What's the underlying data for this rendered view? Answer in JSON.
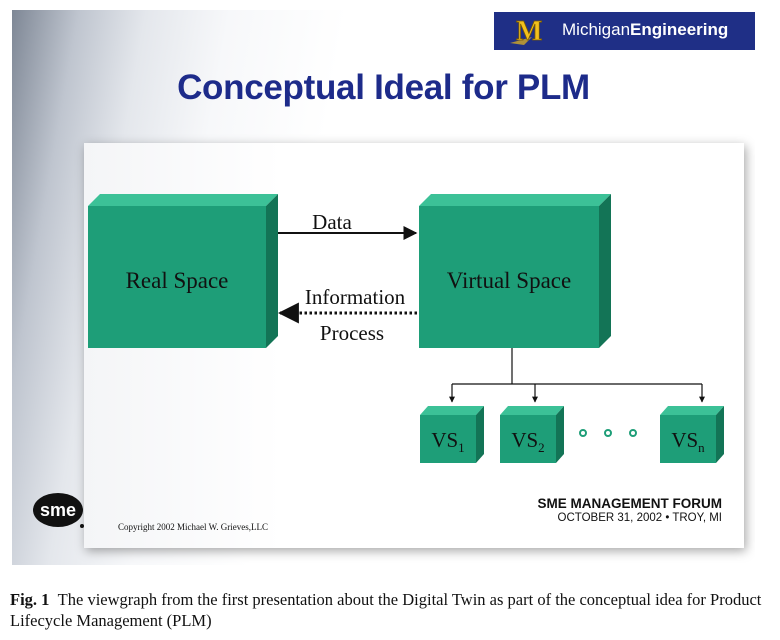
{
  "brand": {
    "name_light": "Michigan",
    "name_bold": "Engineering",
    "logo_letter": "M"
  },
  "title": "Conceptual Ideal for PLM",
  "diagram": {
    "real_space": "Real Space",
    "virtual_space": "Virtual Space",
    "data_label": "Data",
    "information_label": "Information",
    "process_label": "Process",
    "subspaces": [
      {
        "base": "VS",
        "sub": "1"
      },
      {
        "base": "VS",
        "sub": "2"
      },
      {
        "base": "VS",
        "sub": "n"
      }
    ],
    "ellipsis_dots": 3,
    "colors": {
      "box_front": "#1e9e78",
      "box_top": "#3cc197",
      "box_side": "#137456",
      "ellipsis": "#1e9e78"
    }
  },
  "footer": {
    "logo_text": "sme",
    "copyright": "Copyright 2002 Michael W. Grieves,LLC",
    "forum_title": "SME MANAGEMENT FORUM",
    "forum_date": "OCTOBER 31, 2002 • TROY, MI"
  },
  "caption": {
    "label": "Fig. 1",
    "text": "The viewgraph from the first presentation about the Digital Twin as part of the conceptual idea for Product Lifecycle Management (PLM)"
  }
}
